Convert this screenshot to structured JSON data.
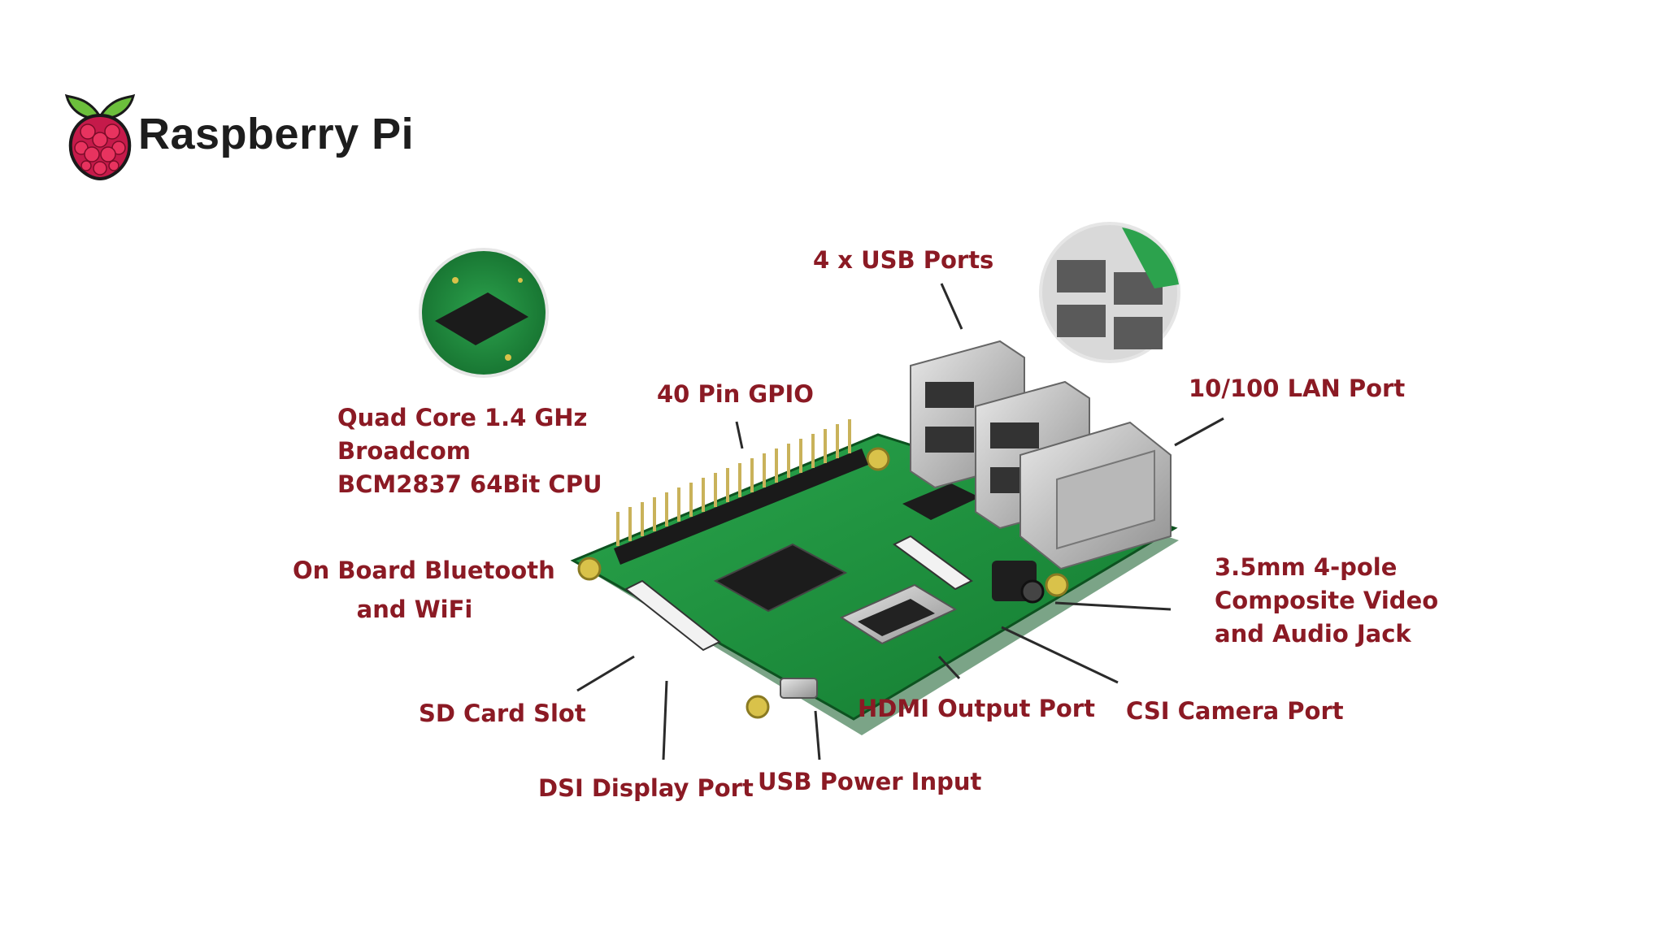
{
  "brand": {
    "name": "Raspberry Pi",
    "logo_icon": "raspberry-logo-icon"
  },
  "colors": {
    "label": "#8b1a24",
    "board": "#1f8a3c",
    "board_dark": "#136a2a",
    "leader": "#2a2a2a"
  },
  "labels": {
    "usb_ports": "4 x USB Ports",
    "gpio": "40 Pin GPIO",
    "lan": "10/100 LAN Port",
    "cpu": [
      "Quad Core 1.4 GHz",
      "Broadcom",
      "BCM2837 64Bit CPU"
    ],
    "bluetooth": [
      "On Board Bluetooth",
      "and WiFi"
    ],
    "audio": [
      "3.5mm 4-pole",
      "Composite Video",
      "and Audio Jack"
    ],
    "sd_card": "SD Card Slot",
    "hdmi": "HDMI Output Port",
    "csi": "CSI Camera Port",
    "dsi": "DSI Display Port",
    "usb_power": "USB Power Input"
  }
}
